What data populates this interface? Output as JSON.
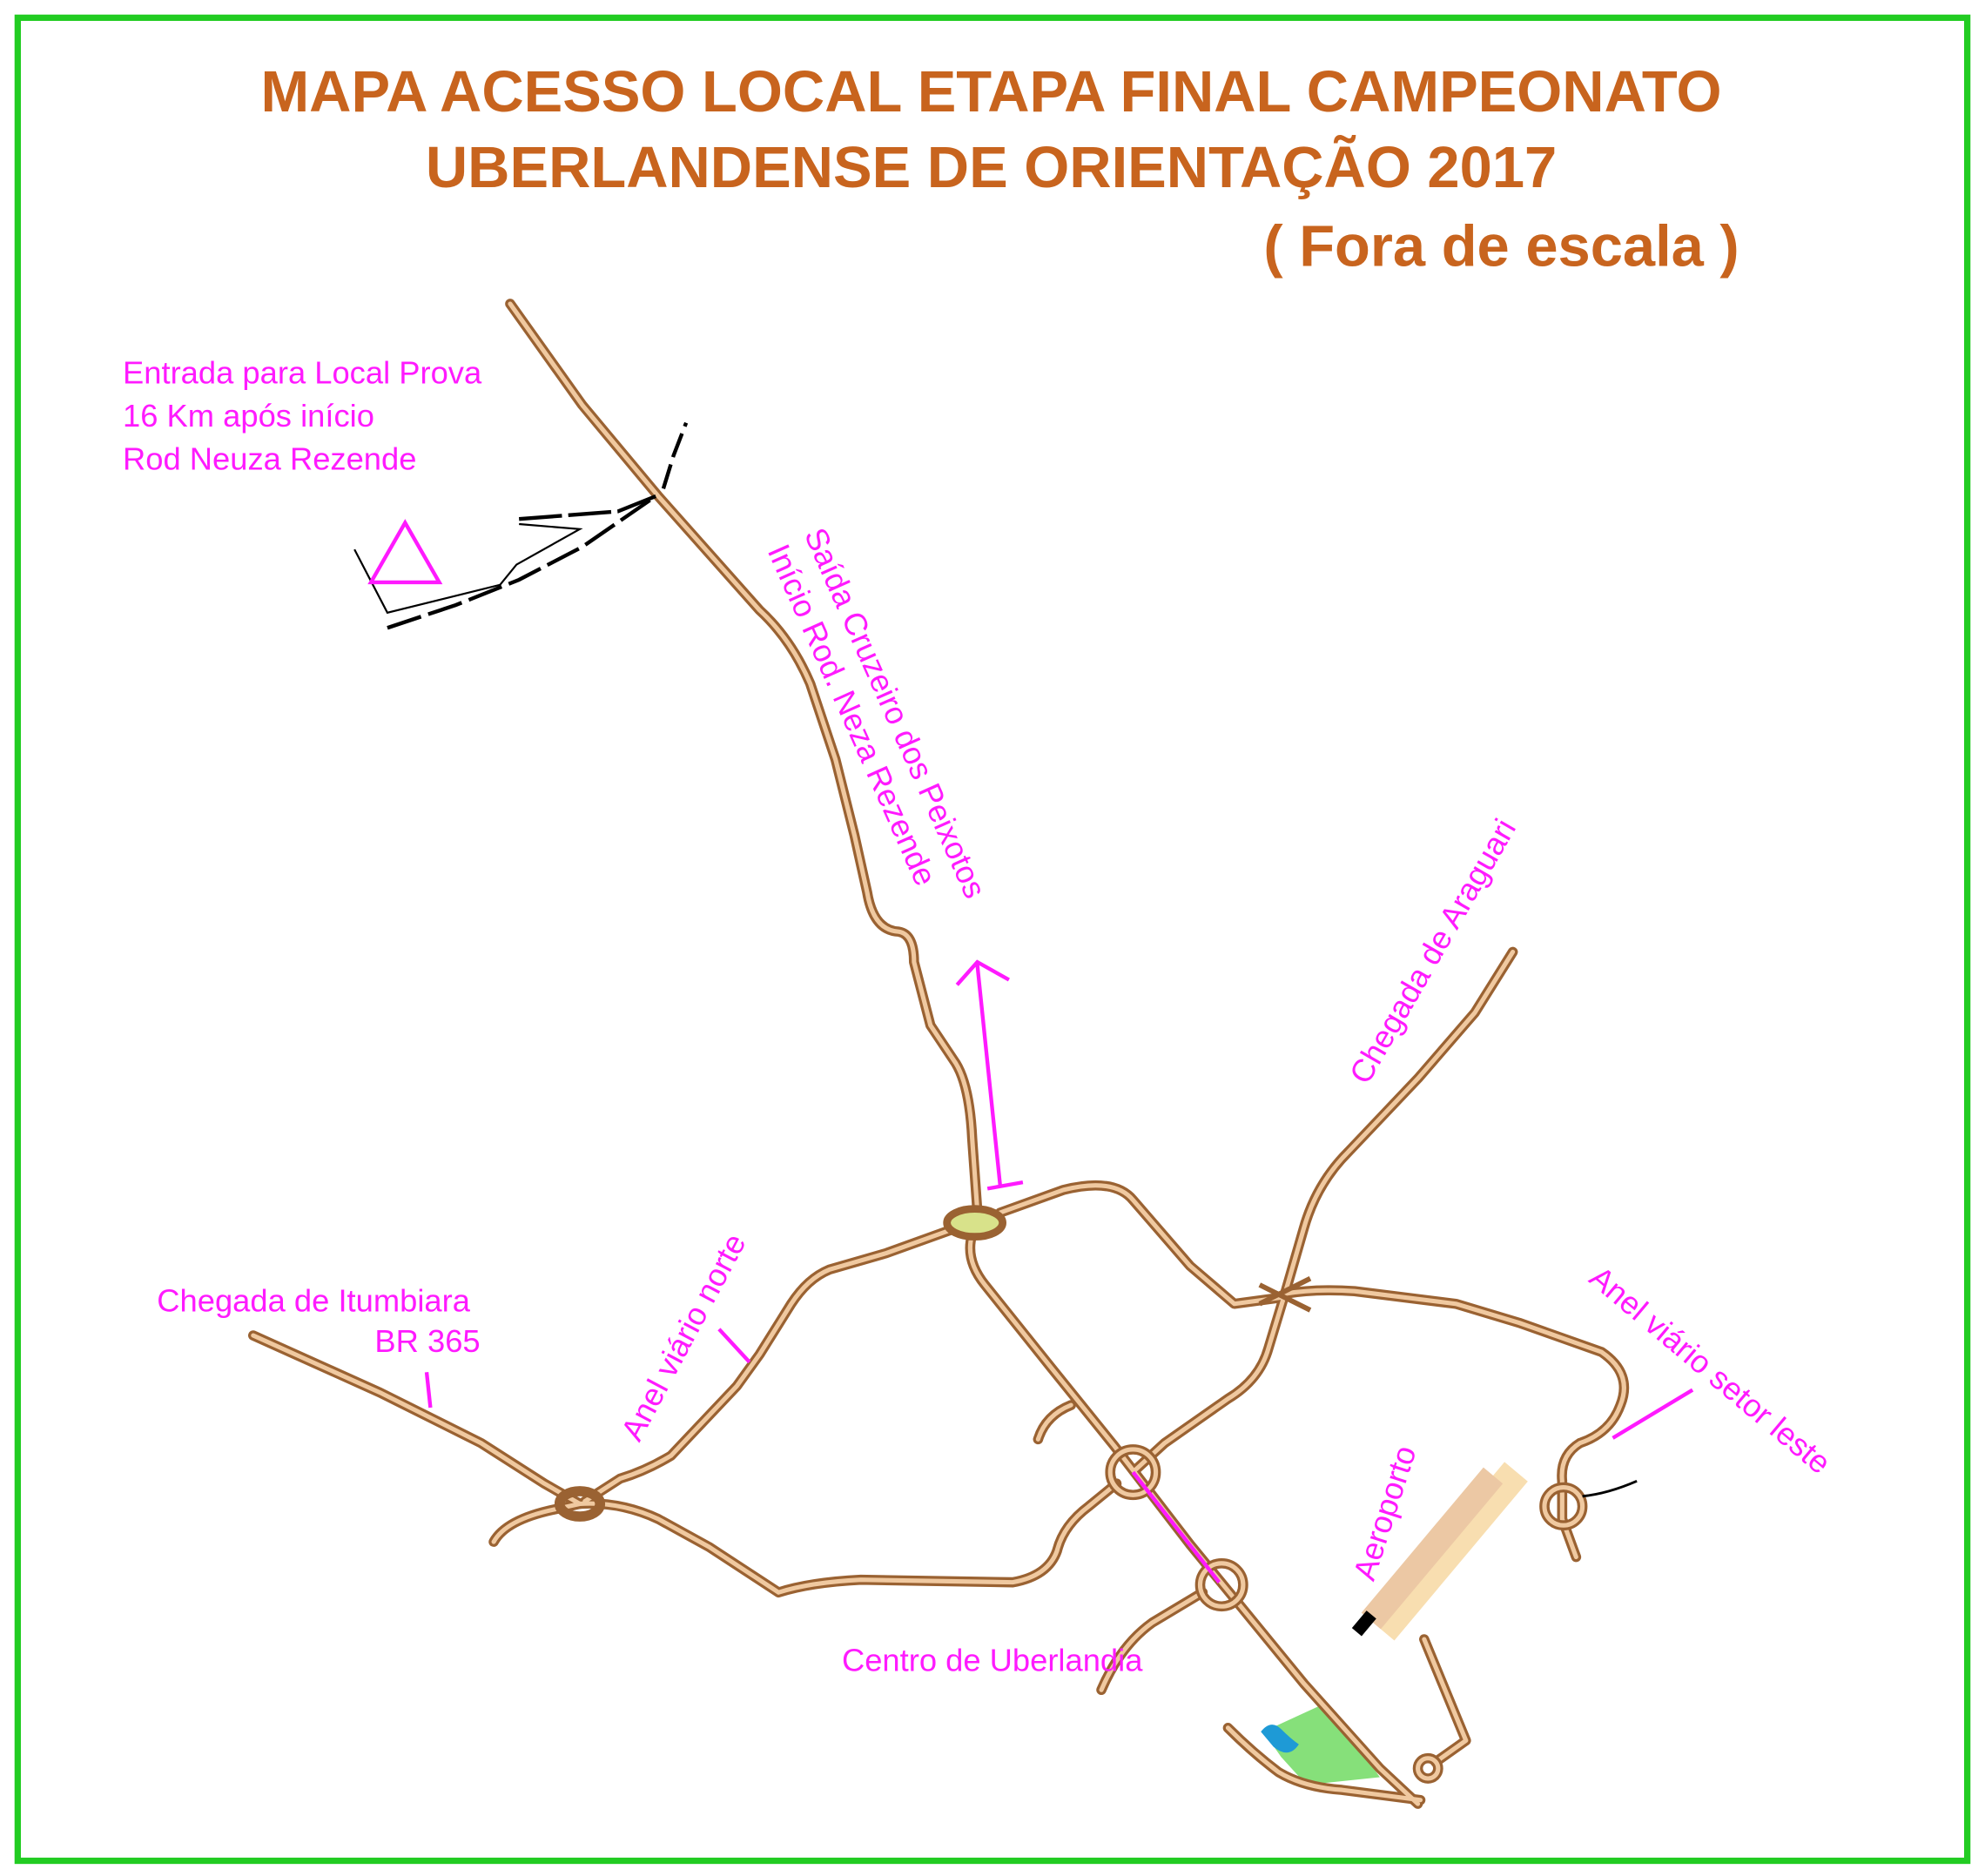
{
  "title": {
    "line1": "MAPA ACESSO LOCAL ETAPA FINAL CAMPEONATO",
    "line2": "UBERLANDENSE DE ORIENTAÇÃO  2017",
    "subtitle": "( Fora de escala )"
  },
  "labels": {
    "entrada_1": "Entrada para Local Prova",
    "entrada_2": "16 Km após início",
    "entrada_3": "Rod Neuza Rezende",
    "saida_1": "Saída Cruzeiro dos Peixotos",
    "saida_2": "Início Rod. Neza Rezende",
    "araguari": "Chegada de Araguari",
    "itumbiara_1": "Chegada de Itumbiara",
    "itumbiara_2": "BR 365",
    "anel_norte": "Anel viário norte",
    "anel_leste": "Anel viário setor leste",
    "aeroporto": "Aeroporto",
    "centro": "Centro de Uberlandia"
  },
  "colors": {
    "frame": "#22cc22",
    "title": "#c8641e",
    "labels": "#ff1aff",
    "road": "#9a6232"
  }
}
